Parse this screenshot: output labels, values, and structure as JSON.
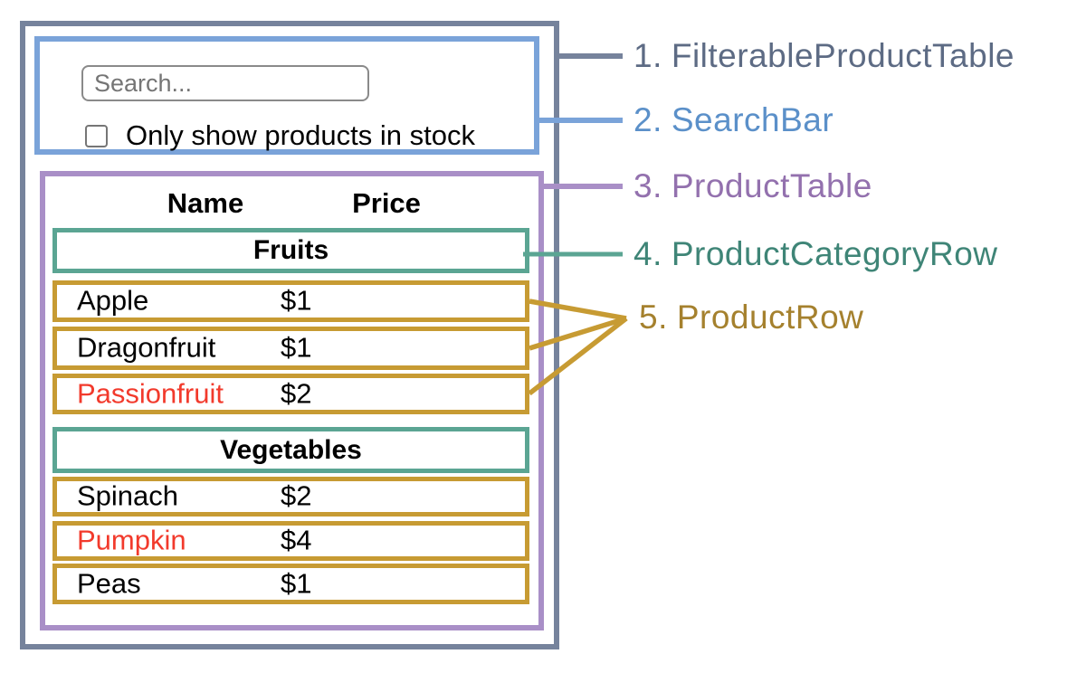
{
  "colors": {
    "slate_border": "#76839c",
    "slate_text": "#5d6b84",
    "blue_border": "#7aa3d9",
    "blue_text": "#5b90c9",
    "purple_border": "#a98fc7",
    "purple_text": "#9371ae",
    "teal_border": "#5ba593",
    "teal_text": "#3f8577",
    "gold_border": "#c79b33",
    "gold_text": "#a5812e",
    "red_text": "#f23a2c",
    "input_border": "#8a8a8a",
    "placeholder_text": "#757575",
    "background": "#ffffff"
  },
  "app": {
    "search": {
      "placeholder": "Search...",
      "checkbox_checked": false,
      "checkbox_label": "Only show products in stock"
    },
    "table": {
      "headers": {
        "name": "Name",
        "price": "Price"
      },
      "sections": [
        {
          "category": "Fruits",
          "rows": [
            {
              "name": "Apple",
              "price": "$1",
              "stocked": true
            },
            {
              "name": "Dragonfruit",
              "price": "$1",
              "stocked": true
            },
            {
              "name": "Passionfruit",
              "price": "$2",
              "stocked": false
            }
          ]
        },
        {
          "category": "Vegetables",
          "rows": [
            {
              "name": "Spinach",
              "price": "$2",
              "stocked": true
            },
            {
              "name": "Pumpkin",
              "price": "$4",
              "stocked": false
            },
            {
              "name": "Peas",
              "price": "$1",
              "stocked": true
            }
          ]
        }
      ]
    }
  },
  "legend": [
    {
      "index": "1.",
      "component": "FilterableProductTable"
    },
    {
      "index": "2.",
      "component": "SearchBar"
    },
    {
      "index": "3.",
      "component": "ProductTable"
    },
    {
      "index": "4.",
      "component": "ProductCategoryRow"
    },
    {
      "index": "5.",
      "component": "ProductRow"
    }
  ]
}
